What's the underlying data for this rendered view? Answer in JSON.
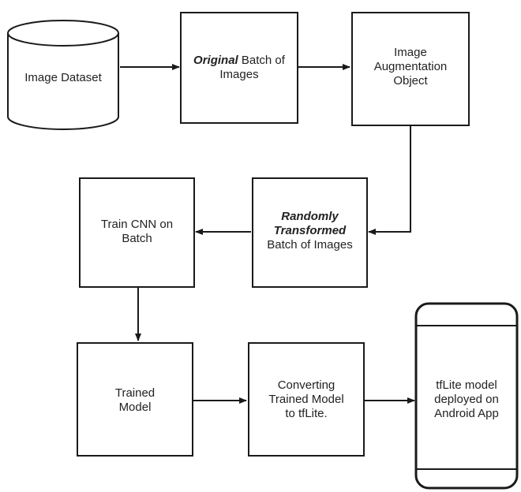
{
  "nodes": {
    "image_dataset": {
      "label": "Image Dataset"
    },
    "original_batch": {
      "emphasis": "Original",
      "rest": " Batch of Images"
    },
    "augmentation": {
      "line1": "Image",
      "line2": "Augmentation",
      "line3": "Object"
    },
    "randomly_transformed": {
      "line1": "Randomly",
      "line2": "Transformed",
      "line3": "Batch of Images"
    },
    "train_cnn": {
      "line1": "Train CNN on",
      "line2": "Batch"
    },
    "trained_model": {
      "line1": "Trained",
      "line2": "Model"
    },
    "converting": {
      "line1": "Converting",
      "line2": "Trained Model",
      "line3": "to tfLite."
    },
    "tflite_app": {
      "line1": "tfLite model",
      "line2": "deployed on",
      "line3": "Android App"
    }
  },
  "colors": {
    "stroke": "#1a1a1a",
    "text": "#222222",
    "background": "#ffffff"
  }
}
